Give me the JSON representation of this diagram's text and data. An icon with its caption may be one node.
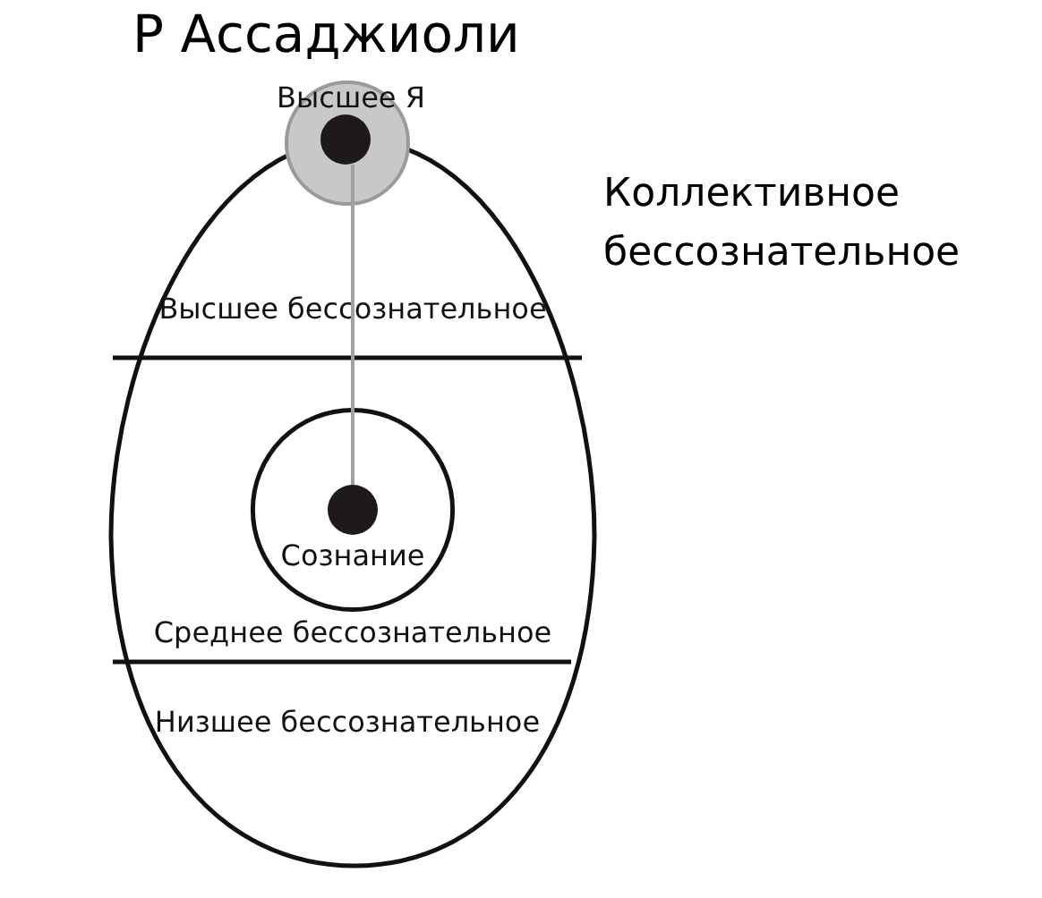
{
  "diagram": {
    "title": "Р Ассаджиоли",
    "nodes": [
      {
        "text": [],
        "shape": "ellipse"
      },
      {
        "text": [
          "Высшее бессознательное"
        ],
        "in": 0
      },
      {
        "text": [
          "Среднее бессознательное"
        ],
        "in": 0
      },
      {
        "text": [
          "Сознание"
        ],
        "in": 0
      },
      {
        "text": [],
        "shape": "circle",
        "in": 3
      },
      {
        "text": [
          "Низшее бессознательное"
        ],
        "in": 0
      },
      {
        "text": [
          "Высшее Я"
        ]
      }
    ],
    "edges": [
      {
        "from": 6,
        "to": 4,
        "arrow": "none",
        "color": "#a0a0a0"
      }
    ],
    "labels": [
      "Коллективное бессознательное"
    ]
  }
}
